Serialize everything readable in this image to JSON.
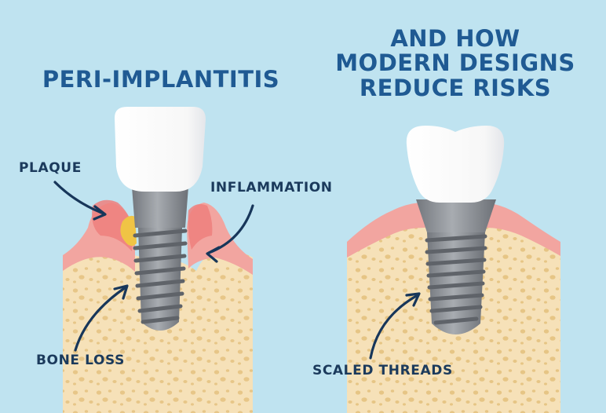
{
  "left_panel": {
    "title": "PERI-IMPLANTITIS",
    "labels": {
      "plaque": "PLAQUE",
      "inflammation": "INFLAMMATION",
      "bone_loss": "BONE LOSS"
    }
  },
  "right_panel": {
    "title_lines": [
      "AND HOW",
      "MODERN DESIGNS",
      "REDUCE RISKS"
    ],
    "labels": {
      "scaled_threads": "SCALED THREADS"
    }
  },
  "colors": {
    "background": "#bfe3f0",
    "title": "#1f5a93",
    "label": "#1b3a5c",
    "arrow": "#17365a",
    "bone": "#f6e1b8",
    "bone_spots": "#e6c585",
    "gum": "#f2a5a0",
    "gum_inflamed": "#ef7f7d",
    "plaque": "#f0c445",
    "implant_metal": "#8f9399",
    "crown": "#ffffff"
  }
}
